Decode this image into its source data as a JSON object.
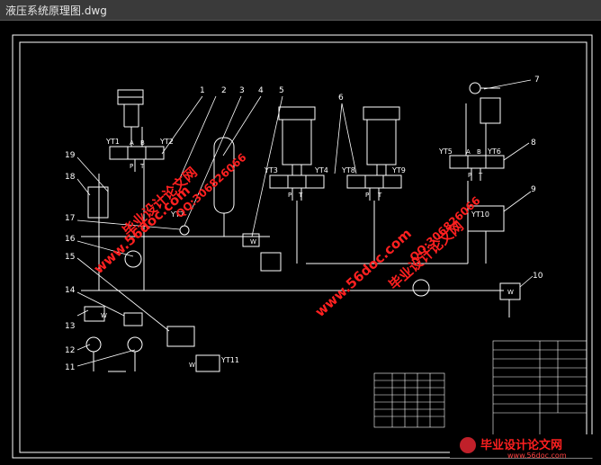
{
  "window": {
    "title": "液压系统原理图.dwg"
  },
  "labels": {
    "n1": "1",
    "n2": "2",
    "n3": "3",
    "n4": "4",
    "n5": "5",
    "n6": "6",
    "n7": "7",
    "n8": "8",
    "n9": "9",
    "n10": "10",
    "n11": "11",
    "n12": "12",
    "n13": "13",
    "n14": "14",
    "n15": "15",
    "n16": "16",
    "n17": "17",
    "n18": "18",
    "n19": "19"
  },
  "valves": {
    "yt1": "YT1",
    "yt2": "YT2",
    "yt3": "YT3",
    "yt4": "YT4",
    "yt5": "YT5",
    "yt6": "YT6",
    "yt7": "YT7",
    "yt8": "YT8",
    "yt9": "YT9",
    "yt10": "YT10",
    "yt11": "YT11"
  },
  "ports": {
    "a": "A",
    "b": "B",
    "p": "P",
    "t": "T"
  },
  "spring": "W",
  "watermarks": {
    "site": "www.56doc.com",
    "qq": "QQ:306826066",
    "brand": "毕业设计论文网",
    "footer_brand": "毕业设计论文网",
    "footer_url": "www.56doc.com"
  },
  "colors": {
    "line": "#ffffff",
    "watermark": "#ff2020",
    "titlebar": "#3a3a3a"
  }
}
